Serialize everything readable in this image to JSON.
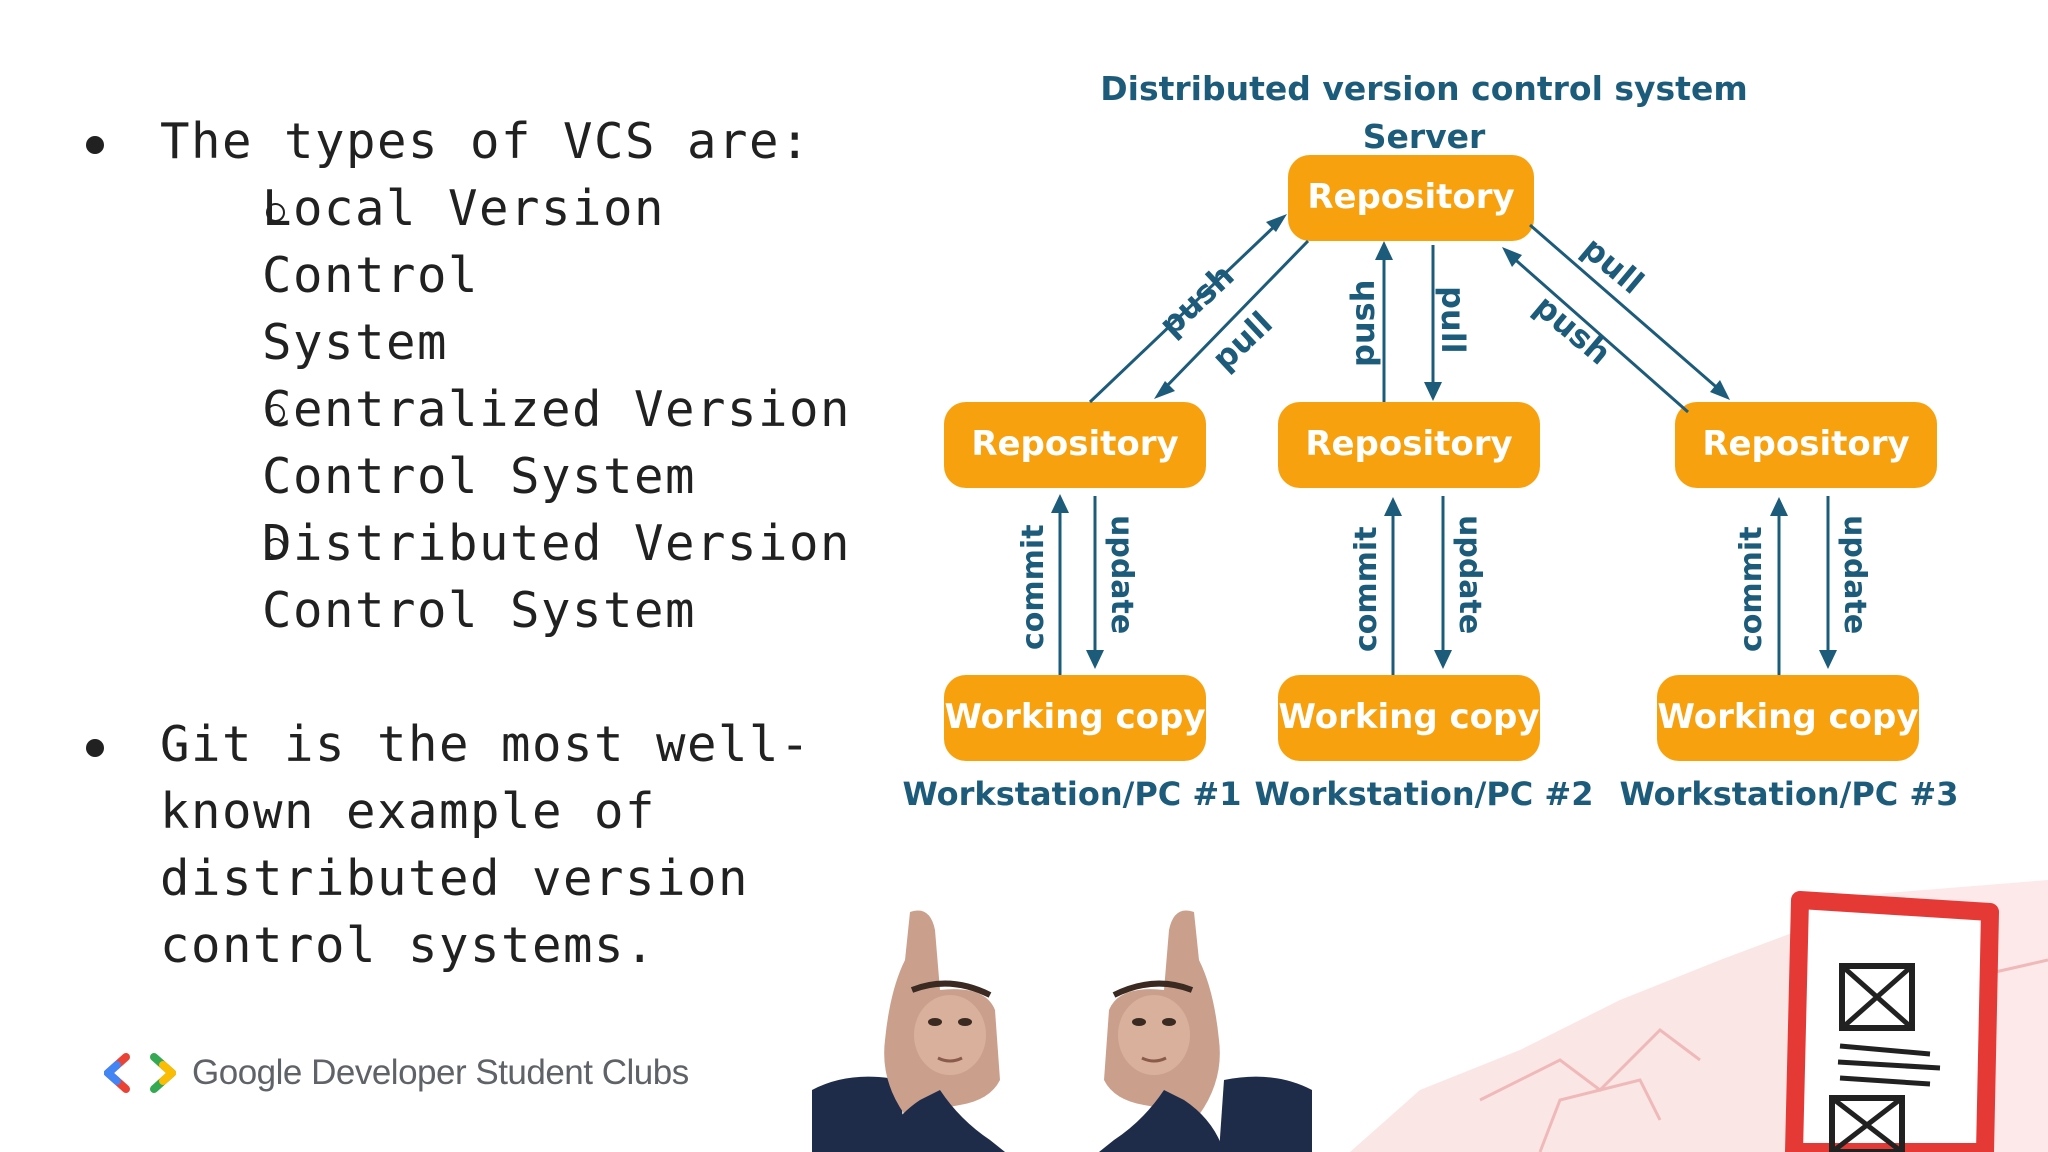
{
  "bullets": {
    "first": {
      "text": "The types of VCS are:",
      "subs": [
        [
          "Local Version Control",
          "System"
        ],
        [
          "Centralized Version",
          "Control System"
        ],
        [
          "Distributed Version",
          "Control System"
        ]
      ]
    },
    "second": {
      "lines": [
        "Git is the most well-",
        "known example of",
        "distributed version",
        "control systems."
      ]
    }
  },
  "diagram": {
    "title": "Distributed version control system",
    "server_label": "Server",
    "server_node": "Repository",
    "repos": [
      "Repository",
      "Repository",
      "Repository"
    ],
    "working": [
      "Working copy",
      "Working copy",
      "Working copy"
    ],
    "workstations": [
      "Workstation/PC #1",
      "Workstation/PC #2",
      "Workstation/PC #3"
    ],
    "edge_labels": {
      "push": "push",
      "pull": "pull",
      "commit": "commit",
      "update": "update"
    },
    "colors": {
      "node": "#f7a10f",
      "line": "#1d5b7b"
    }
  },
  "footer": {
    "brand": "Google Developer Student Clubs"
  },
  "decorations": {
    "icons": [
      "thumbs-up-face-left-icon",
      "thumbs-up-face-right-icon",
      "wireframe-document-icon"
    ]
  }
}
